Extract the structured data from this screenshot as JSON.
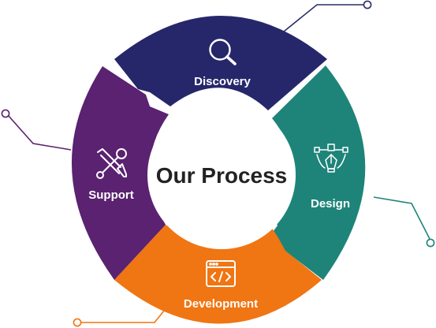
{
  "diagram": {
    "title": "Our Process",
    "colors": {
      "title": "#222222",
      "connector": "#2a2f66",
      "background": "#ffffff"
    },
    "stages": [
      {
        "id": "discovery",
        "label": "Discovery",
        "color": "#26276a",
        "icon": "magnifier-icon"
      },
      {
        "id": "design",
        "label": "Design",
        "color": "#1e8479",
        "icon": "pen-tool-bezier-icon"
      },
      {
        "id": "development",
        "label": "Development",
        "color": "#f07513",
        "icon": "code-window-icon"
      },
      {
        "id": "support",
        "label": "Support",
        "color": "#5a2270",
        "icon": "wrench-screwdriver-icon"
      }
    ]
  }
}
